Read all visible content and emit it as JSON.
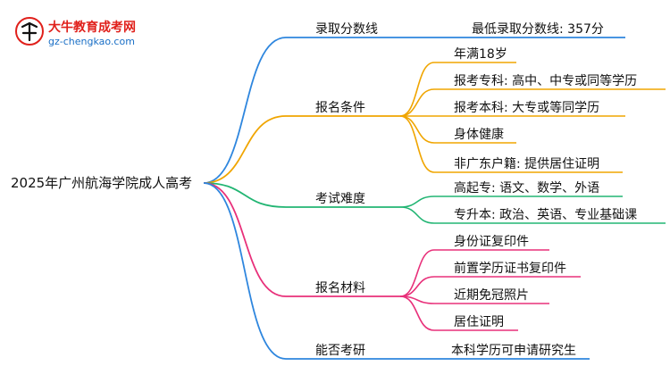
{
  "logo": {
    "icon": "logo-mark",
    "title": "大牛教育成考网",
    "url": "gz-chengkao.com"
  },
  "mindmap": {
    "root": "2025年广州航海学院成人高考",
    "branches": [
      {
        "label": "录取分数线",
        "color": "#2e86de",
        "children": [
          "最低录取分数线: 357分"
        ]
      },
      {
        "label": "报名条件",
        "color": "#f0a500",
        "children": [
          "年满18岁",
          "报考专科: 高中、中专或同等学历",
          "报考本科: 大专或等同学历",
          "身体健康",
          "非广东户籍: 提供居住证明"
        ]
      },
      {
        "label": "考试难度",
        "color": "#22b573",
        "children": [
          "高起专: 语文、数学、外语",
          "专升本: 政治、英语、专业基础课"
        ]
      },
      {
        "label": "报名材料",
        "color": "#e8307a",
        "children": [
          "身份证复印件",
          "前置学历证书复印件",
          "近期免冠照片",
          "居住证明"
        ]
      },
      {
        "label": "能否考研",
        "color": "#2e86de",
        "children": [
          "本科学历可申请研究生"
        ]
      }
    ]
  }
}
